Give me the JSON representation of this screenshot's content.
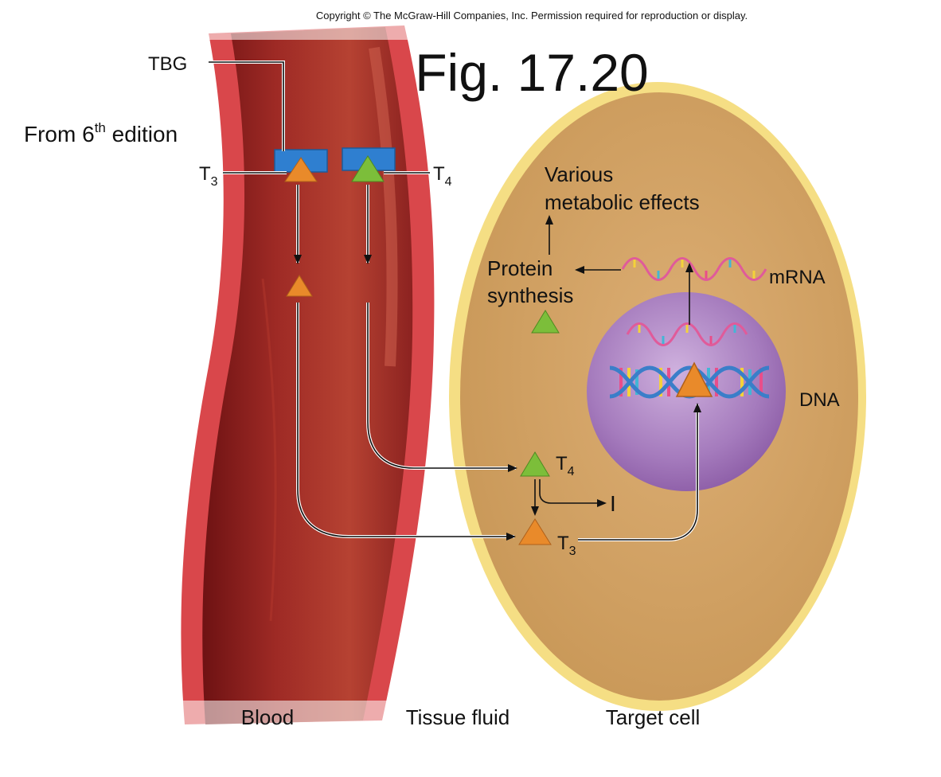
{
  "header": {
    "copyright": "Copyright © The McGraw-Hill Companies, Inc. Permission required for reproduction or display.",
    "figure_title": "Fig. 17.20",
    "edition_prefix": "From 6",
    "edition_sup": "th",
    "edition_suffix": " edition"
  },
  "labels": {
    "tbg": "TBG",
    "t3_letter": "T",
    "t3_sub": "3",
    "t4_letter": "T",
    "t4_sub": "4",
    "various": "Various",
    "metabolic_effects": "metabolic effects",
    "protein": "Protein",
    "synthesis": "synthesis",
    "mrna": "mRNA",
    "dna": "DNA",
    "iodine": "I"
  },
  "regions": {
    "blood": "Blood",
    "tissue_fluid": "Tissue fluid",
    "target_cell": "Target cell"
  },
  "colors": {
    "vessel_wall": "#d9474b",
    "vessel_lumen": "#8c1d1f",
    "cell_membrane": "#f5de84",
    "cytoplasm": "#d6a56a",
    "nucleus": "#b58fc7",
    "tbg_blue": "#2f7fd0",
    "t3_orange": "#e98a2a",
    "t4_green": "#7cbe3a",
    "mrna_pink": "#e05b9a",
    "dna_blue": "#3a7ec9"
  }
}
